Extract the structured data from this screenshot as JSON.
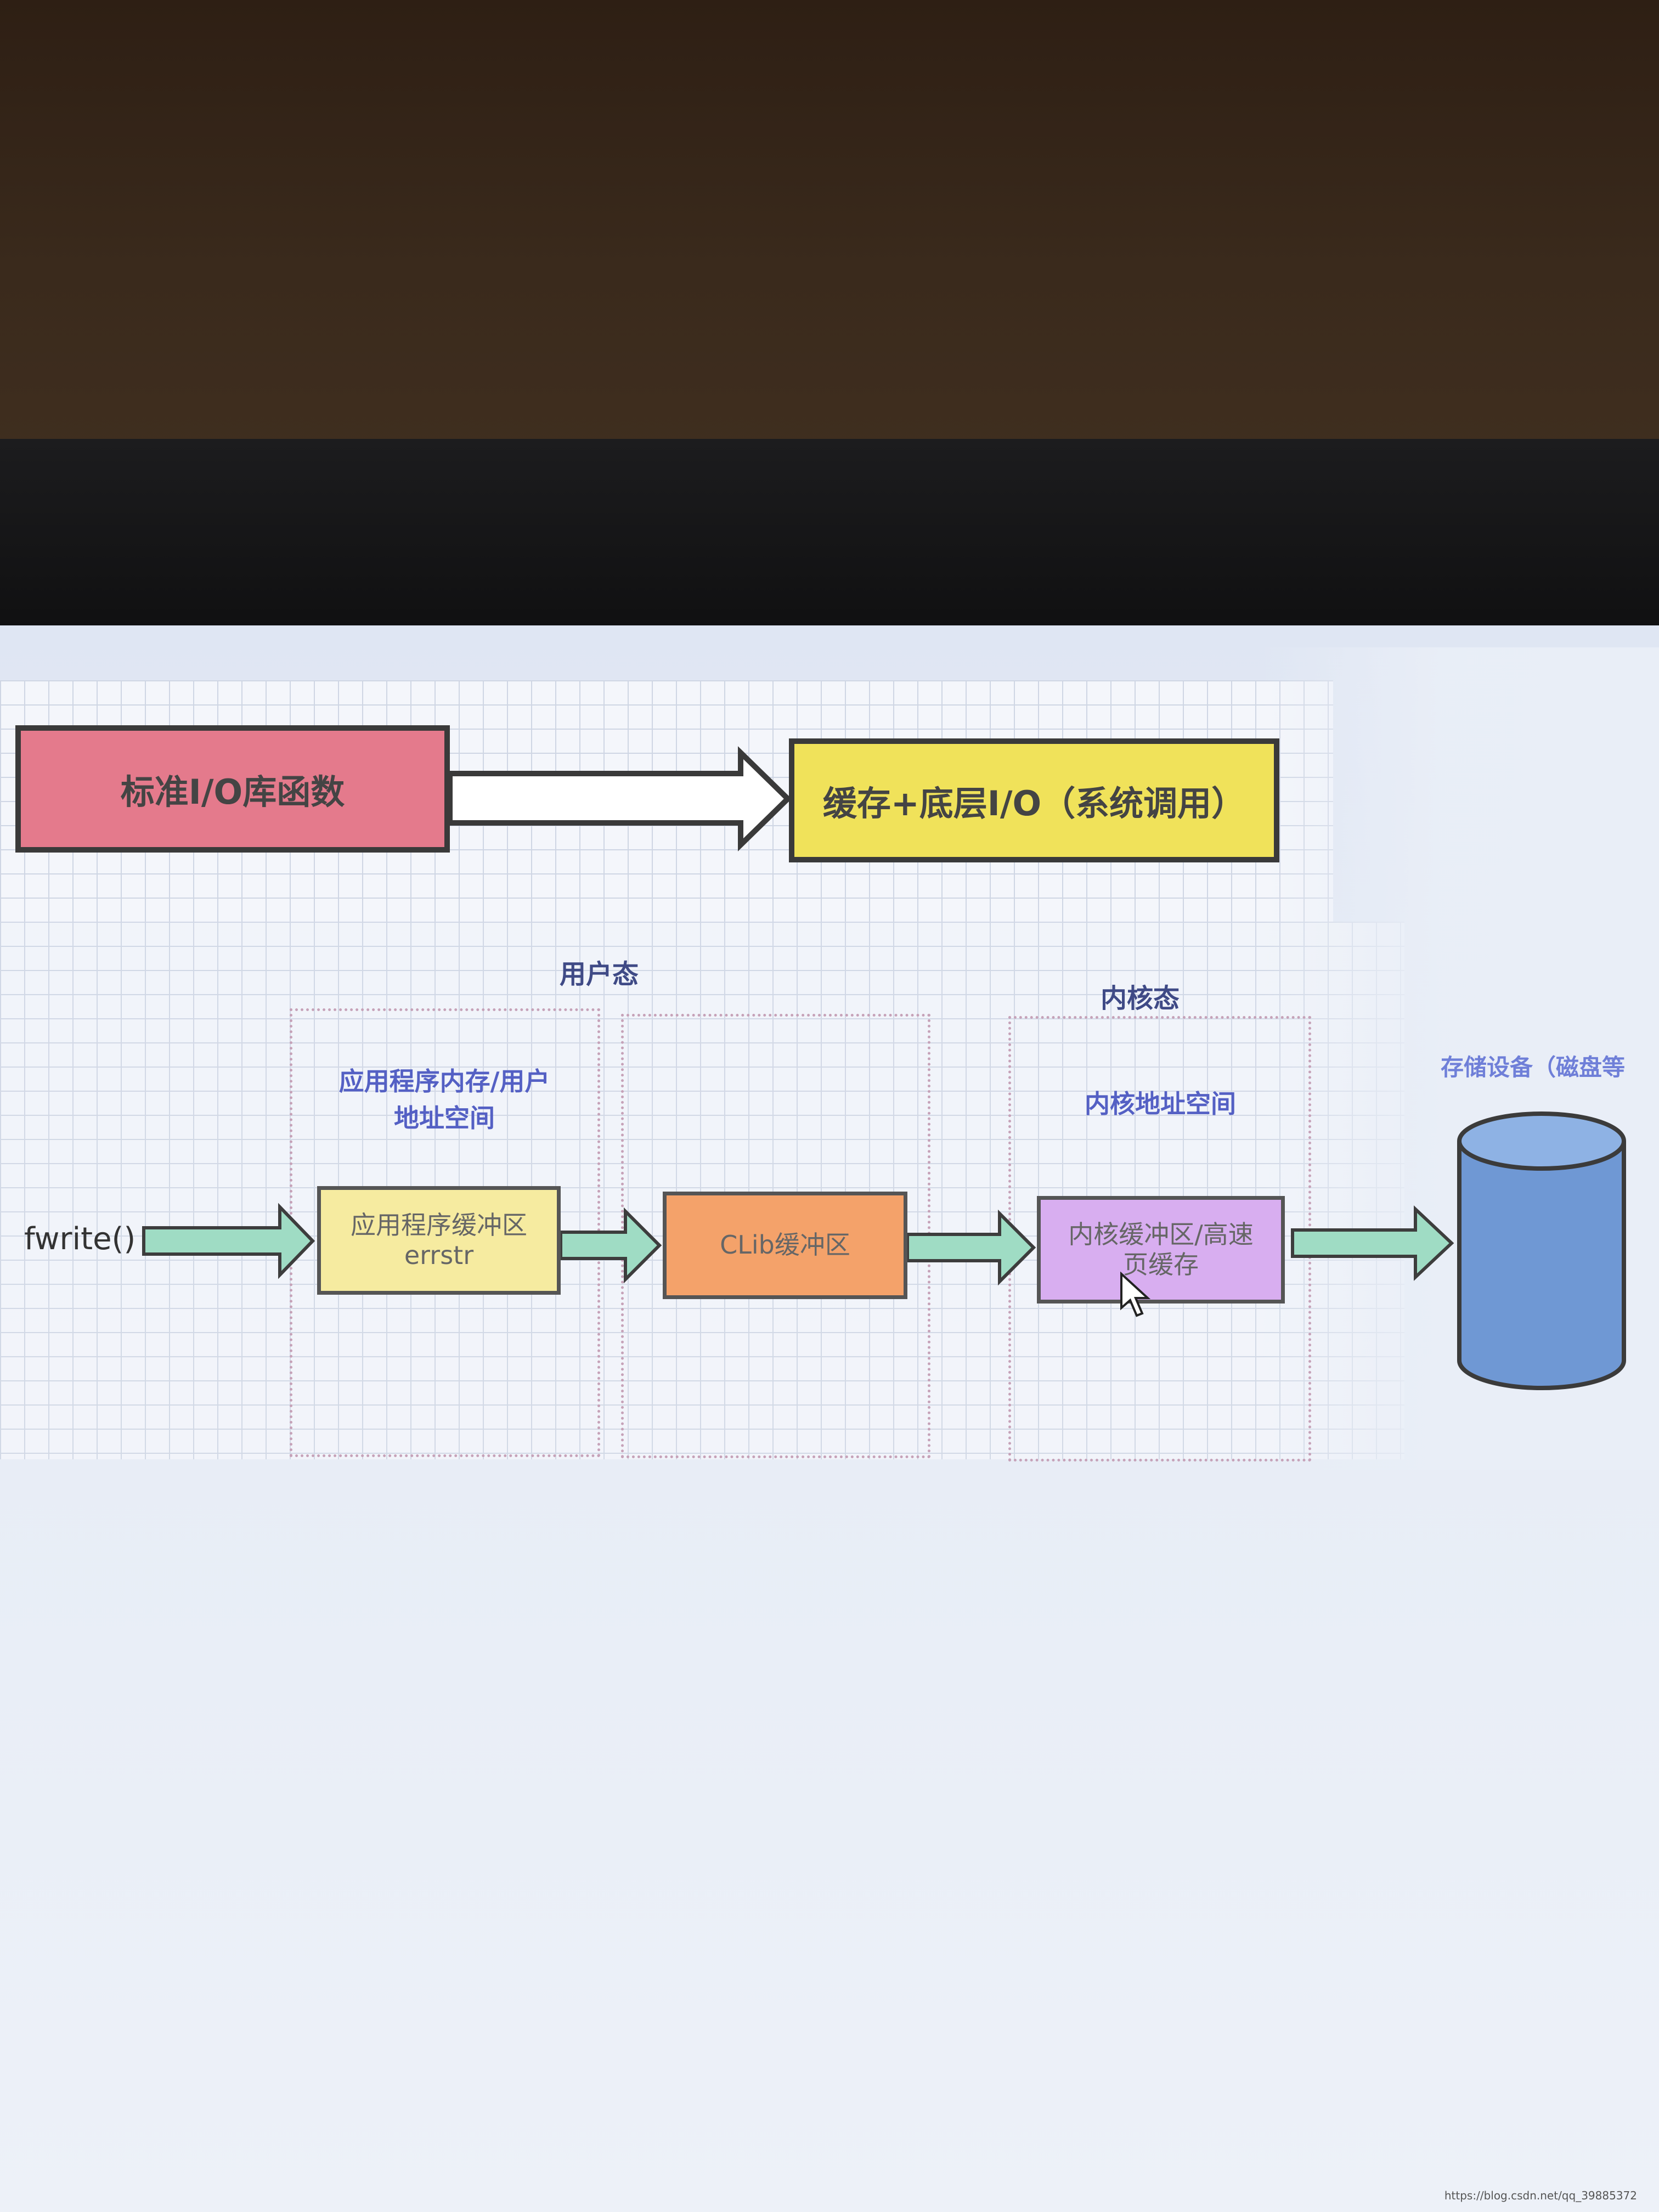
{
  "top_flow": {
    "source_label": "标准I/O库函数",
    "target_label": "缓存+底层I/O（系统调用）",
    "colors": {
      "source": "#e47a8c",
      "target": "#f0e25a",
      "arrow": "#ffffff"
    }
  },
  "bottom_flow": {
    "user_mode_heading": "用户态",
    "kernel_mode_heading": "内核态",
    "app_region_title": "应用程序内存/用户\n地址空间",
    "kernel_region_title": "内核地址空间",
    "storage_title": "存储设备（磁盘等",
    "entry_label": "fwrite()",
    "app_buffer": {
      "line1": "应用程序缓冲区",
      "line2": "errstr"
    },
    "clib_buffer": "CLib缓冲区",
    "kernel_buffer": "内核缓冲区/高速\n页缓存",
    "colors": {
      "app_buffer": "#f6eba0",
      "clib_buffer": "#f4a26a",
      "kernel_buffer": "#d8aef0",
      "arrow": "#9fdcc4",
      "disk": "#6f98d4",
      "region_border": "#c6a2b8",
      "label": "#5460c4"
    }
  },
  "watermark": "https://blog.csdn.net/qq_39885372"
}
